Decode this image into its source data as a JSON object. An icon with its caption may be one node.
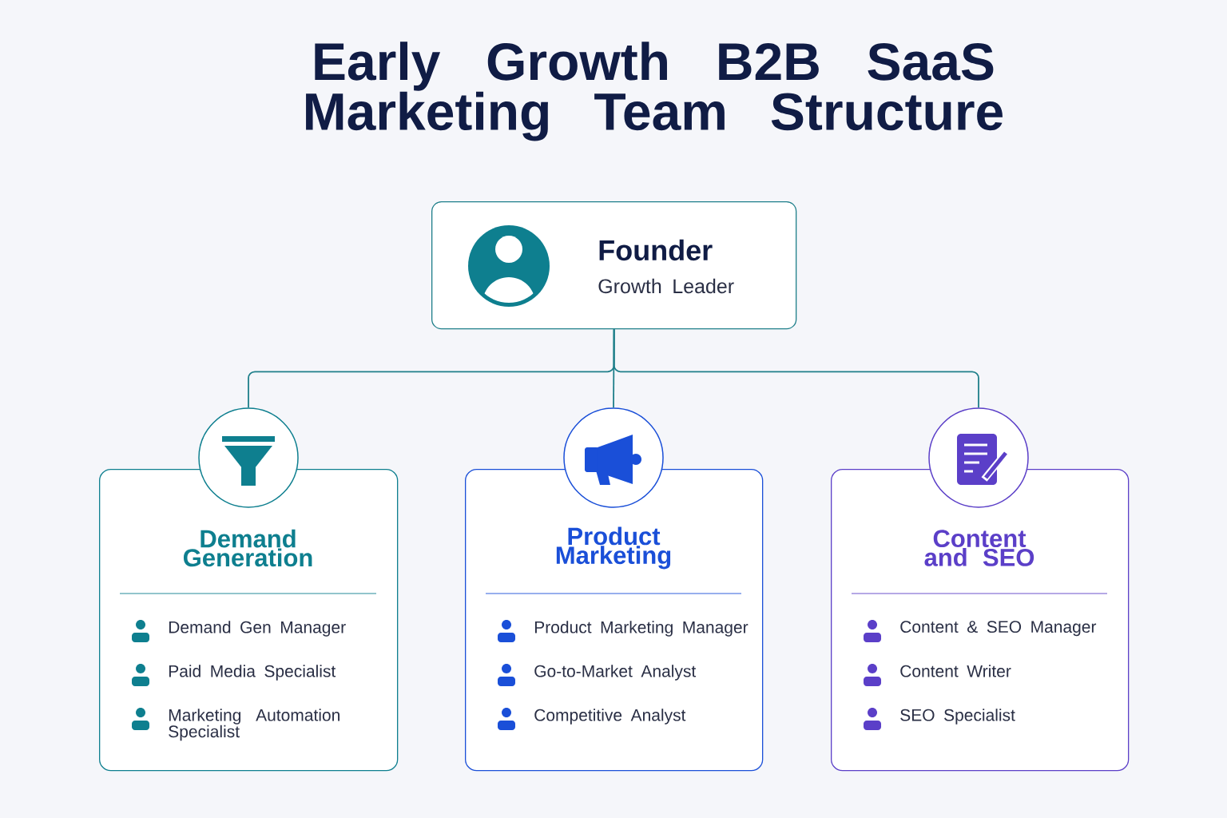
{
  "diagram": {
    "title": "Early Growth B2B SaaS Marketing Team Structure",
    "nodes": [
      {
        "text": [
          "Founder",
          "Growth Leader"
        ]
      },
      {
        "text": [
          "Demand Generation",
          "Demand Gen Manager",
          "Paid Media Specialist",
          "Marketing Automation Specialist"
        ]
      },
      {
        "text": [
          "Product Marketing",
          "Product Marketing Manager",
          "Go-to-Market Analyst",
          "Competitive Analyst"
        ]
      },
      {
        "text": [
          "Content and SEO",
          "Content & SEO Manager",
          "Content Writer",
          "SEO Specialist"
        ]
      },
      {
        "text": [],
        "shape": "circle"
      },
      {
        "text": [],
        "shape": "circle"
      },
      {
        "text": [],
        "shape": "circle"
      }
    ],
    "edges": [
      {
        "from": 0,
        "to": 4,
        "arrow": "none"
      },
      {
        "from": 0,
        "to": 5,
        "arrow": "none"
      },
      {
        "from": 0,
        "to": 6,
        "arrow": "none"
      }
    ]
  }
}
